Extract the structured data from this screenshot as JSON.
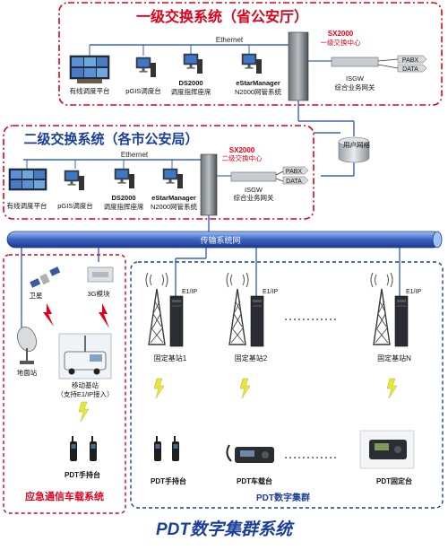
{
  "level1": {
    "title": "一级交换系统（省公安厅）",
    "ethernet": "Ethernet",
    "sx2000": "SX2000",
    "sx2000_sub": "一级交换中心",
    "pabx": "PABX",
    "data": "DATA",
    "isgw": "ISGW",
    "isgw_sub": "综合业务网关",
    "wired_console": "有线调度平台",
    "pgis": "pGIS调度台",
    "ds2000": "DS2000",
    "ds2000_sub": "调度指挥座席",
    "esm": "eStarManager",
    "esm_sub": "N2000网管系统"
  },
  "user_network": "用户网络",
  "level2": {
    "title": "二级交换系统（各市公安局）",
    "ethernet": "Ethernet",
    "sx2000": "SX2000",
    "sx2000_sub": "二级交换中心",
    "pabx": "PABX",
    "data": "DATA",
    "isgw": "ISGW",
    "isgw_sub": "综合业务网关",
    "wired_console": "有线调度平台",
    "pgis": "pGIS调度台",
    "ds2000": "DS2000",
    "ds2000_sub": "调度指挥座席",
    "esm": "eStarManager",
    "esm_sub": "N2000网管系统"
  },
  "transport": "传输系统网",
  "emergency": {
    "satellite": "卫星",
    "module_3g": "3G模块",
    "ground_station": "地面站",
    "mobile_bs": "移动基站",
    "mobile_bs_sub": "（支持E1/IP接入）",
    "handset": "PDT手持台",
    "title": "应急通信车载系统"
  },
  "cluster": {
    "e1ip": "E1/IP",
    "bs1": "固定基站1",
    "bs2": "固定基站2",
    "bsn": "固定基站N",
    "handset": "PDT手持台",
    "vehicle": "PDT车载台",
    "fixed": "PDT固定台",
    "title": "PDT数字集群"
  },
  "main_title": "PDT数字集群系统",
  "colors": {
    "red_title": "#e1001a",
    "blue_title": "#1a3f9a",
    "pipe": "#3a63c4"
  }
}
